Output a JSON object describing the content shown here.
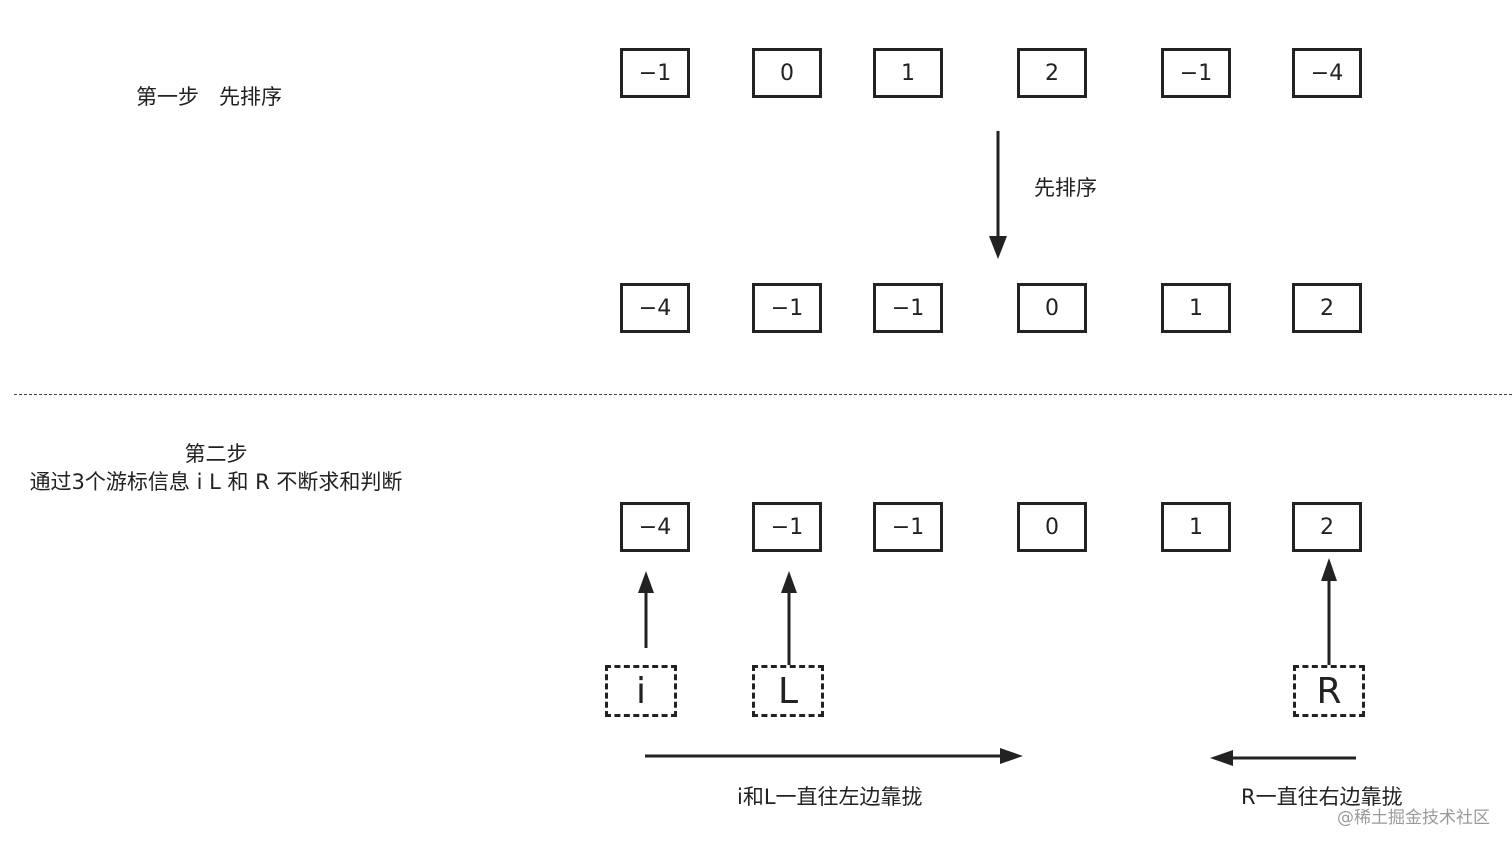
{
  "step1": {
    "label": "第一步   先排序"
  },
  "sort_label": "先排序",
  "row_unsorted": [
    "−1",
    "0",
    "1",
    "2",
    "−1",
    "−4"
  ],
  "row_sorted": [
    "−4",
    "−1",
    "−1",
    "0",
    "1",
    "2"
  ],
  "row_step2": [
    "−4",
    "−1",
    "−1",
    "0",
    "1",
    "2"
  ],
  "step2": {
    "title": "第二步",
    "description": "通过3个游标信息 i L 和 R 不断求和判断"
  },
  "cursors": {
    "i": "i",
    "L": "L",
    "R": "R"
  },
  "left_move_label": "i和L一直往左边靠拢",
  "right_move_label": "R一直往右边靠拢",
  "watermark": "@稀土掘金技术社区"
}
